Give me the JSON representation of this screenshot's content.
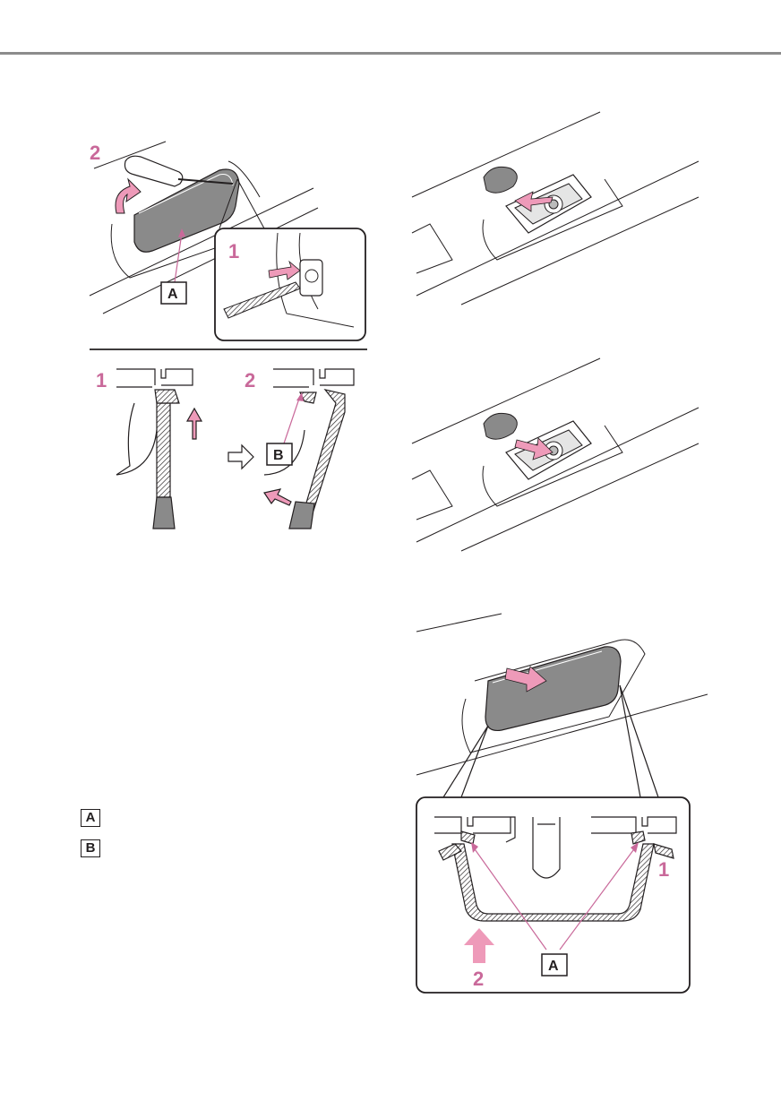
{
  "figure1": {
    "step_top": "2",
    "step_inset": "1",
    "label_lens": "A",
    "step_left": "1",
    "step_right": "2",
    "label_clip": "B"
  },
  "figure4": {
    "label_claws": "A",
    "step_1": "1",
    "step_2": "2"
  },
  "legend": {
    "item_a": "A",
    "item_b": "B"
  },
  "colors": {
    "accent_pink": "#c9699a",
    "arrow_fill": "#ee9ab9",
    "line": "#231f20",
    "lens_gray": "#8a8a8a"
  },
  "icons": [
    "screwdriver-icon",
    "arrow-outline-right-icon",
    "arrow-fill-icon"
  ]
}
